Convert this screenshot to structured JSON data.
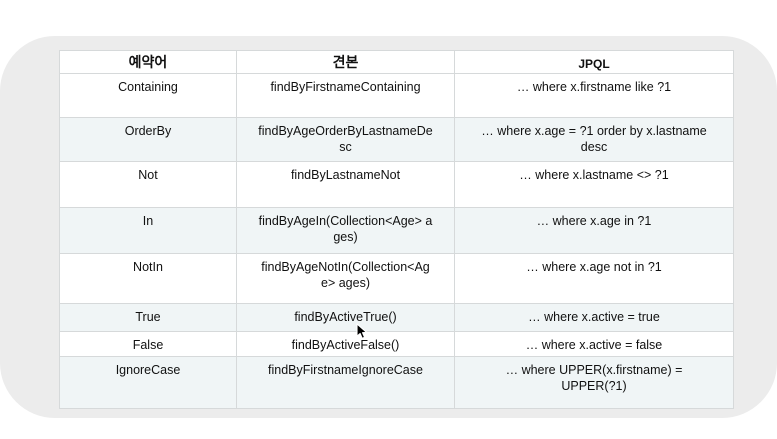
{
  "table": {
    "headers": {
      "keyword": "예약어",
      "sample": "견본",
      "jpql": "JPQL"
    },
    "rows": [
      {
        "keyword": "Containing",
        "sample": "findByFirstnameContaining",
        "jpql": "… where x.firstname like ?1"
      },
      {
        "keyword": "OrderBy",
        "sample": "findByAgeOrderByLastnameDe\nsc",
        "jpql": "… where x.age = ?1 order by x.lastname\ndesc"
      },
      {
        "keyword": "Not",
        "sample": "findByLastnameNot",
        "jpql": "… where x.lastname <> ?1"
      },
      {
        "keyword": "In",
        "sample": "findByAgeIn(Collection<Age> a\nges)",
        "jpql": "… where x.age in ?1"
      },
      {
        "keyword": "NotIn",
        "sample": "findByAgeNotIn(Collection<Ag\ne> ages)",
        "jpql": "… where x.age not in ?1"
      },
      {
        "keyword": "True",
        "sample": "findByActiveTrue()",
        "jpql": "… where x.active = true"
      },
      {
        "keyword": "False",
        "sample": "findByActiveFalse()",
        "jpql": "… where x.active = false"
      },
      {
        "keyword": "IgnoreCase",
        "sample": "findByFirstnameIgnoreCase",
        "jpql": "… where UPPER(x.firstname) =\nUPPER(?1)"
      }
    ]
  },
  "colors": {
    "card_background": "#ececec",
    "row_alternate_background": "#f0f5f6",
    "table_border": "#d6d9da",
    "text": "#111111",
    "page_background": "#ffffff"
  }
}
